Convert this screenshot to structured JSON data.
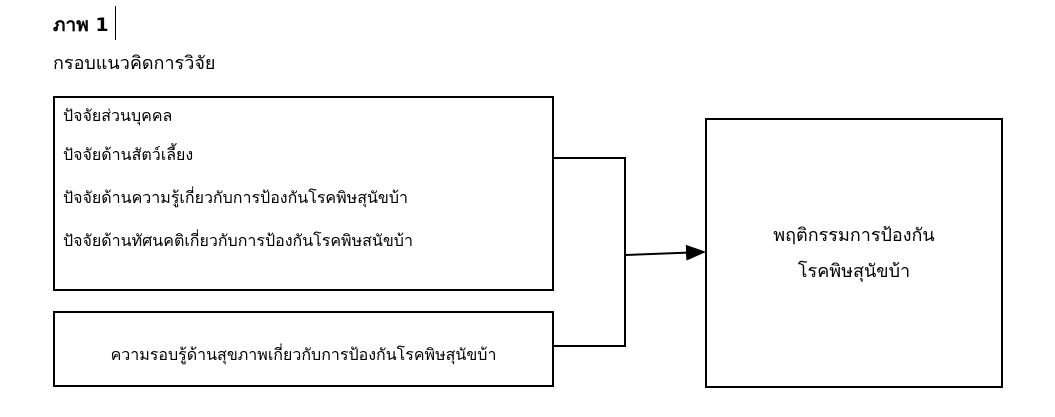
{
  "title": "ภาพ 1",
  "subtitle": "กรอบแนวคิดการวิจัย",
  "factors": [
    "ปัจจัยส่วนบุคคล",
    "ปัจจัยด้านสัตว์เลี้ยง",
    "ปัจจัยด้านความรู้เกี่ยวกับการป้องกันโรคพิษสุนัขบ้า",
    "ปัจจัยด้านทัศนคติเกี่ยวกับการป้องกันโรคพิษสนัขบ้า"
  ],
  "health_literacy": "ความรอบรู้ด้านสุขภาพเกี่ยวกับการป้องกันโรคพิษสุนัขบ้า",
  "outcome": {
    "line1": "พฤติกรรมการป้องกัน",
    "line2": "โรคพิษสุนัขบ้า"
  }
}
